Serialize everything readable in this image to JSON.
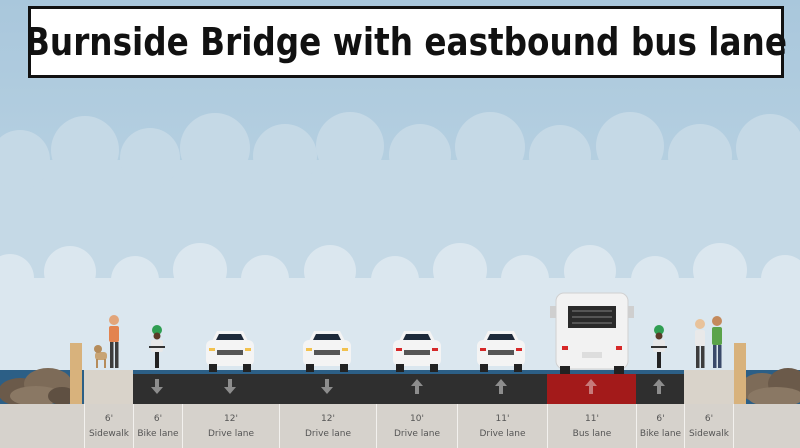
{
  "title": "Burnside Bridge with eastbound bus lane",
  "colors": {
    "road": "#2f2f2f",
    "bus_lane": "#a31a1a",
    "sidewalk": "#d9d3ca",
    "label_strip": "#d6d2cc"
  },
  "segments": [
    {
      "width": "6'",
      "name": "Sidewalk"
    },
    {
      "width": "6'",
      "name": "Bike lane"
    },
    {
      "width": "12'",
      "name": "Drive lane"
    },
    {
      "width": "12'",
      "name": "Drive lane"
    },
    {
      "width": "10'",
      "name": "Drive lane"
    },
    {
      "width": "11'",
      "name": "Drive lane"
    },
    {
      "width": "11'",
      "name": "Bus lane"
    },
    {
      "width": "6'",
      "name": "Bike lane"
    },
    {
      "width": "6'",
      "name": "Sidewalk"
    }
  ],
  "icons": {
    "down_arrow": "arrow-down-icon",
    "up_arrow": "arrow-up-icon",
    "car": "car-icon",
    "bus": "bus-icon",
    "cyclist": "cyclist-icon",
    "pedestrian": "pedestrian-icon",
    "dog": "dog-icon"
  }
}
